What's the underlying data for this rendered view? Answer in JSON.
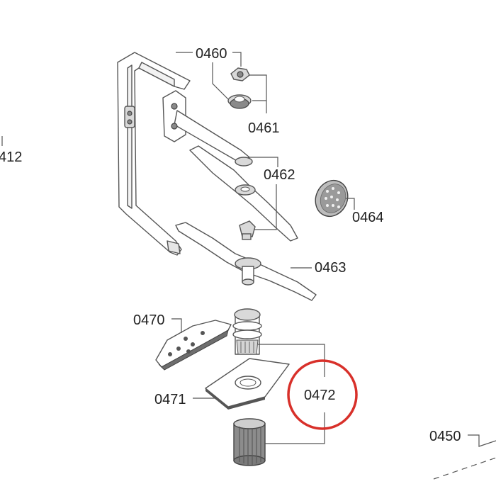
{
  "labels": {
    "p0412": "412",
    "p0450": "0450",
    "p0460": "0460",
    "p0461": "0461",
    "p0462": "0462",
    "p0463": "0463",
    "p0464": "0464",
    "p0470": "0470",
    "p0471": "0471",
    "p0472": "0472"
  },
  "highlight": {
    "part": "0472",
    "color": "#d8302a"
  }
}
